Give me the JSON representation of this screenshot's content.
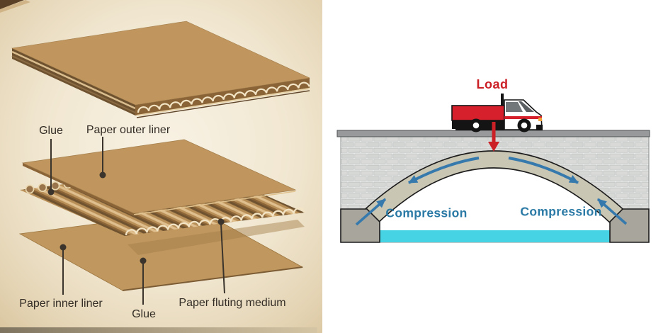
{
  "left_diagram": {
    "subject": "corrugated cardboard structure (exploded view)",
    "labels": {
      "glue_top": "Glue",
      "paper_outer_liner": "Paper outer liner",
      "paper_inner_liner": "Paper inner liner",
      "glue_bottom": "Glue",
      "paper_fluting_medium": "Paper fluting medium"
    },
    "colors": {
      "cardboard": "#c0965e",
      "cardboard_edge_light": "#f2e4c4",
      "cardboard_shadow": "#6e5230",
      "background_center": "#f7f1e3",
      "background_edge": "#d9c49d",
      "label_text": "#332d26"
    }
  },
  "right_diagram": {
    "subject": "arch bridge force distribution",
    "labels": {
      "load": "Load",
      "compression_left": "Compression",
      "compression_right": "Compression"
    },
    "colors": {
      "load_red": "#cc2027",
      "compression_blue": "#2a7aa5",
      "force_arrow_blue": "#3579ad",
      "water_cyan": "#46d3e3",
      "brick_gray": "#d6d8d6",
      "mortar_white": "#f4f5f4",
      "arch_tan": "#cac6b4",
      "abutment_gray": "#a7a59c",
      "deck_gray": "#97999a",
      "truck_red": "#d6202b",
      "truck_white": "#ffffff"
    }
  }
}
